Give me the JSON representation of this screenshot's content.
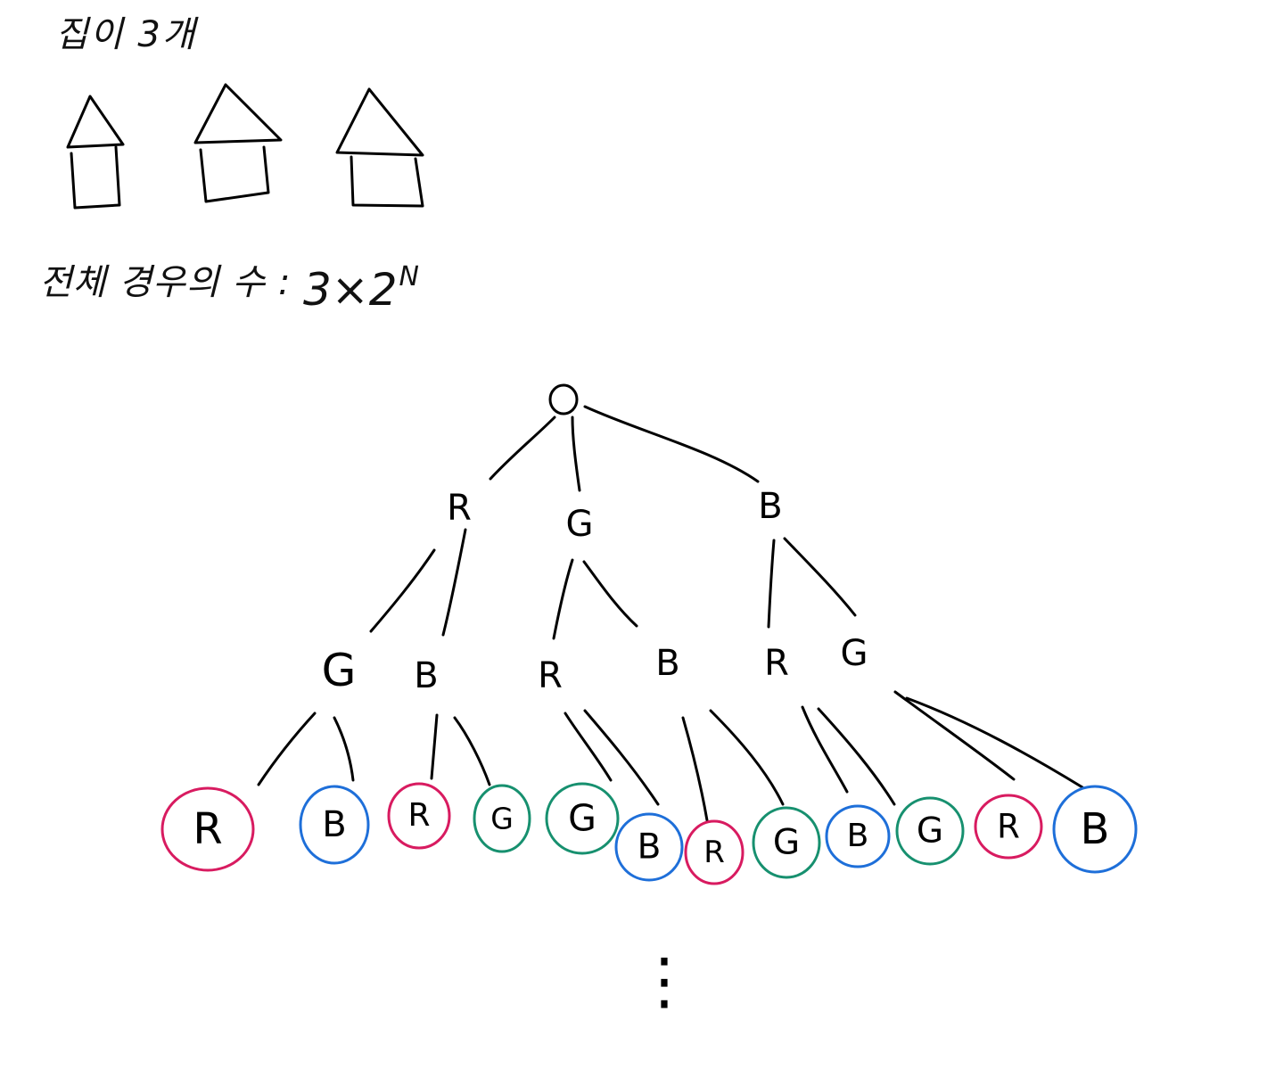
{
  "header": {
    "title": "집이 3개"
  },
  "formula": {
    "label": "전체 경우의 수 :",
    "value": "3×2",
    "exponent": "N"
  },
  "tree": {
    "root": {
      "label": "○"
    },
    "level1": [
      {
        "label": "R"
      },
      {
        "label": "G"
      },
      {
        "label": "B"
      }
    ],
    "level2": [
      {
        "label": "G"
      },
      {
        "label": "B"
      },
      {
        "label": "R"
      },
      {
        "label": "B"
      },
      {
        "label": "R"
      },
      {
        "label": "G"
      }
    ],
    "leaves": [
      {
        "label": "R",
        "circle_color": "#d81b60"
      },
      {
        "label": "B",
        "circle_color": "#1e6fd9"
      },
      {
        "label": "R",
        "circle_color": "#d81b60"
      },
      {
        "label": "G",
        "circle_color": "#17906f"
      },
      {
        "label": "G",
        "circle_color": "#17906f"
      },
      {
        "label": "B",
        "circle_color": "#1e6fd9"
      },
      {
        "label": "R",
        "circle_color": "#d81b60"
      },
      {
        "label": "G",
        "circle_color": "#17906f"
      },
      {
        "label": "B",
        "circle_color": "#1e6fd9"
      },
      {
        "label": "G",
        "circle_color": "#17906f"
      },
      {
        "label": "R",
        "circle_color": "#d81b60"
      },
      {
        "label": "B",
        "circle_color": "#1e6fd9"
      }
    ],
    "continuation": "⋮"
  },
  "icons": [
    "house-icon",
    "house-icon",
    "house-icon"
  ],
  "colors": {
    "red": "#d81b60",
    "blue": "#1e6fd9",
    "green": "#17906f",
    "ink": "#000000"
  }
}
